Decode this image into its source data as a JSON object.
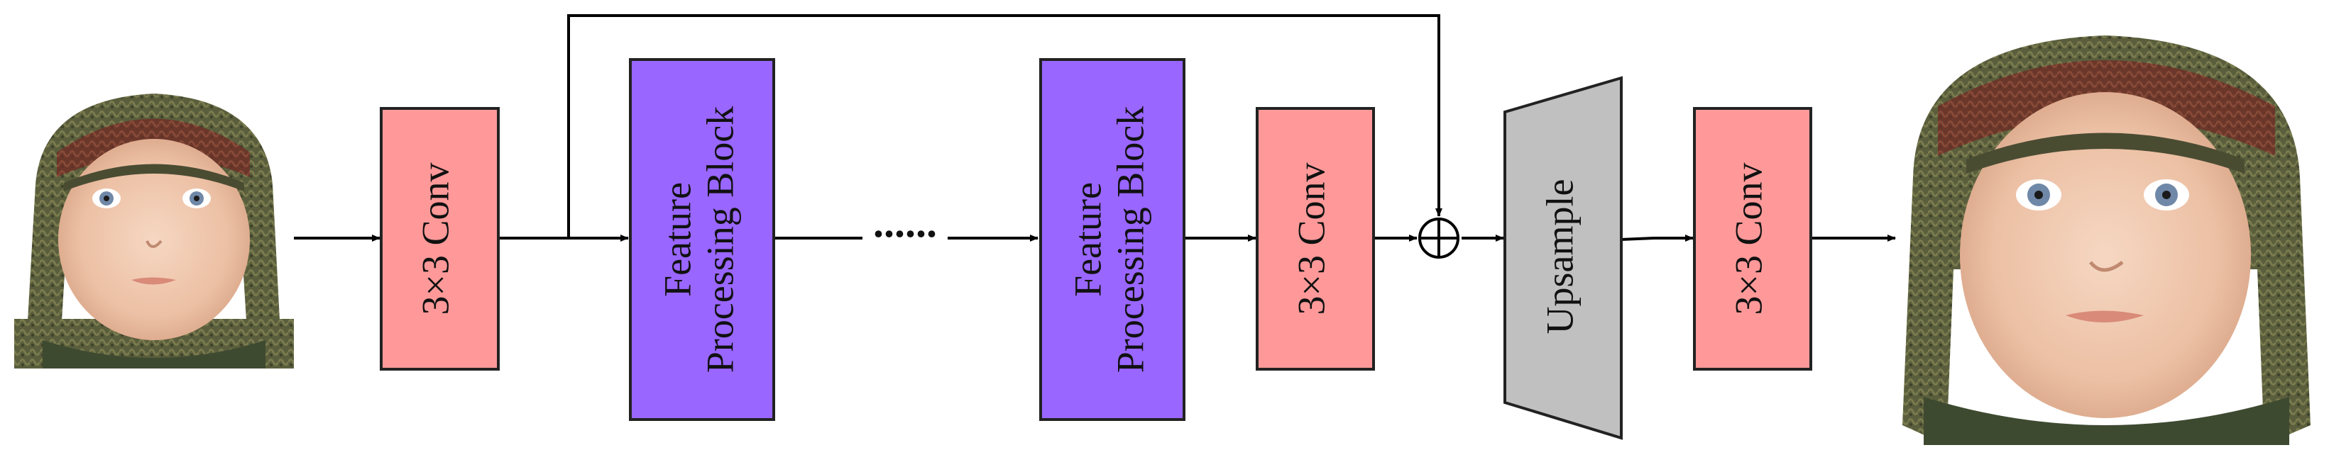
{
  "diagram": {
    "input_image": {
      "alt": "low-resolution input photo of a baby wearing a knitted hat"
    },
    "output_image": {
      "alt": "high-resolution output photo of a baby wearing a knitted hat"
    },
    "blocks": {
      "conv_first": "3×3 Conv",
      "fpb_first_line1": "Feature",
      "fpb_first_line2": "Processing Block",
      "ellipsis": "......",
      "fpb_last_line1": "Feature",
      "fpb_last_line2": "Processing Block",
      "conv_mid": "3×3 Conv",
      "upsample": "Upsample",
      "conv_last": "3×3 Conv"
    },
    "colors": {
      "conv": "#ff9999",
      "fpb": "#9966ff",
      "upsample": "#c0c0c0",
      "line": "#000000"
    }
  }
}
